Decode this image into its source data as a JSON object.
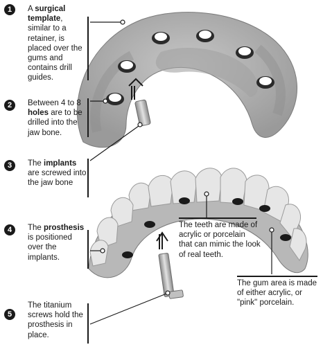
{
  "steps": [
    {
      "num": "1",
      "parts": [
        "A ",
        "surgical template",
        ", similar to a retainer, is placed over the gums and contains drill guides."
      ]
    },
    {
      "num": "2",
      "parts": [
        "Between 4 to 8 ",
        "holes",
        " are to be drilled into the jaw bone."
      ]
    },
    {
      "num": "3",
      "parts": [
        "The ",
        "implants",
        " are screwed into the jaw bone"
      ]
    },
    {
      "num": "4",
      "parts": [
        "The ",
        "prosthesis",
        " is positioned over the implants."
      ]
    },
    {
      "num": "5",
      "parts": [
        "The titanium screws hold the prosthesis in place.",
        "",
        ""
      ]
    }
  ],
  "callouts": {
    "teeth": "The teeth are made of acrylic or porcelain that can mimic the look of real teeth.",
    "gum": "The gum area is made of either acrylic, or \"pink\" porcelain."
  },
  "colors": {
    "ink": "#1a1a1a",
    "gum_gray": "#b4b4b4",
    "gum_dark": "#8a8a8a",
    "tooth": "#e3e3e3"
  }
}
